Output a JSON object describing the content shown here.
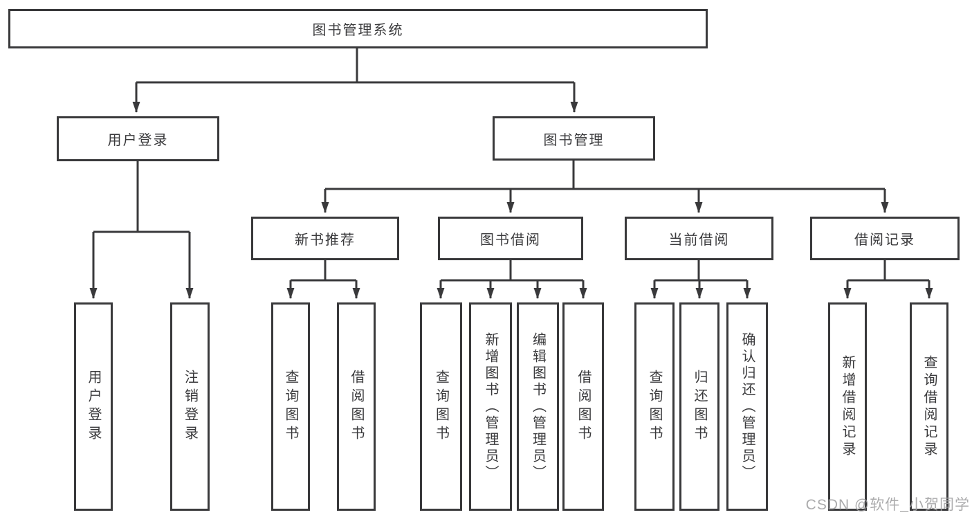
{
  "diagram": {
    "title": "图书管理系统",
    "nodes": {
      "root": {
        "label": "图书管理系统"
      },
      "branches": [
        {
          "label": "用户登录",
          "children": [
            {
              "label": "用户登录"
            },
            {
              "label": "注销登录"
            }
          ]
        },
        {
          "label": "图书管理",
          "children": [
            {
              "label": "新书推荐",
              "children": [
                {
                  "label": "查询图书"
                },
                {
                  "label": "借阅图书"
                }
              ]
            },
            {
              "label": "图书借阅",
              "children": [
                {
                  "label": "查询图书"
                },
                {
                  "label": "新增图书（管理员）"
                },
                {
                  "label": "编辑图书（管理员）"
                },
                {
                  "label": "借阅图书"
                }
              ]
            },
            {
              "label": "当前借阅",
              "children": [
                {
                  "label": "查询图书"
                },
                {
                  "label": "归还图书"
                },
                {
                  "label": "确认归还（管理员）"
                }
              ]
            },
            {
              "label": "借阅记录",
              "children": [
                {
                  "label": "新增借阅记录"
                },
                {
                  "label": "查询借阅记录"
                }
              ]
            }
          ]
        }
      ]
    },
    "colors": {
      "line": "#39393b",
      "text": "#3a3a3c",
      "background": "#ffffff",
      "watermark": "#a2a2a4"
    }
  },
  "watermark": {
    "text": "CSDN @软件_小贺同学"
  }
}
